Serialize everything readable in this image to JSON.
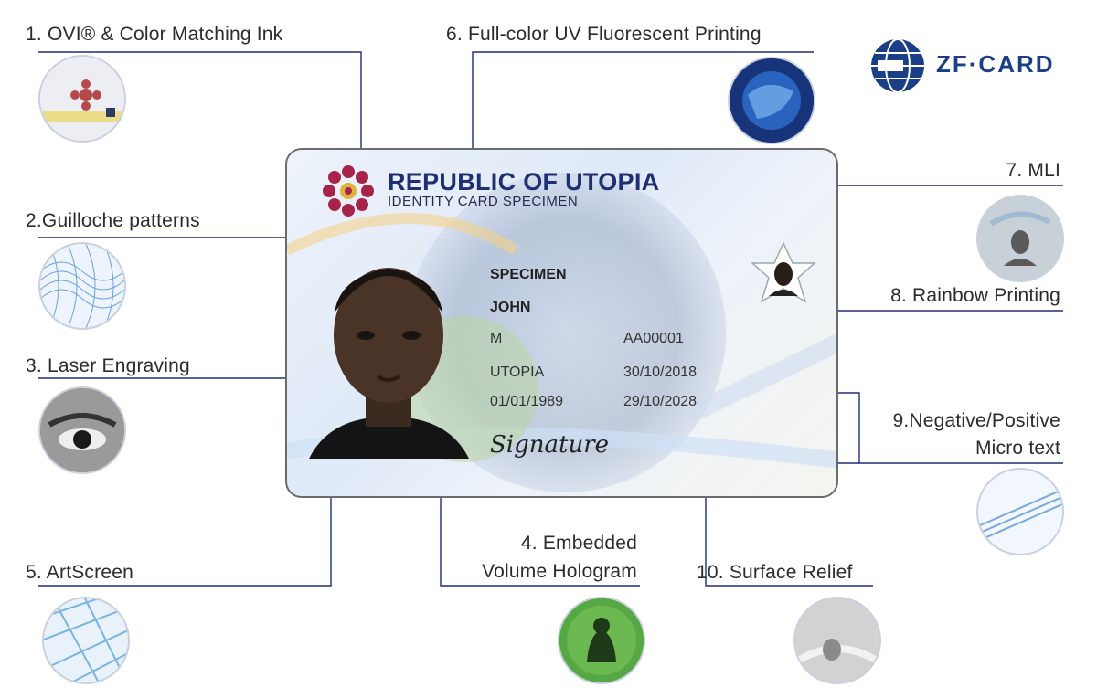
{
  "brand": {
    "name": "ZF·CARD",
    "color": "#1b3f86"
  },
  "card": {
    "title": "REPUBLIC OF UTOPIA",
    "subtitle": "IDENTITY CARD SPECIMEN",
    "surname": "SPECIMEN",
    "given_name": "JOHN",
    "sex": "M",
    "nationality": "UTOPIA",
    "birth_date": "01/01/1989",
    "card_number": "AA00001",
    "issue_date": "30/10/2018",
    "expiry_date": "29/10/2028",
    "signature": "Signature"
  },
  "features": [
    {
      "label": "1. OVI® & Color Matching Ink",
      "icon": "ovi-ink-icon"
    },
    {
      "label": "2.Guilloche patterns",
      "icon": "guilloche-icon"
    },
    {
      "label": "3. Laser Engraving",
      "icon": "laser-engraving-icon"
    },
    {
      "label": "4. Embedded",
      "label2": "Volume Hologram",
      "icon": "volume-hologram-icon"
    },
    {
      "label": "5. ArtScreen",
      "icon": "artscreen-icon"
    },
    {
      "label": "6. Full-color UV Fluorescent Printing",
      "icon": "uv-fluorescent-icon"
    },
    {
      "label": "7. MLI",
      "icon": "mli-icon"
    },
    {
      "label": "8. Rainbow Printing",
      "icon": "rainbow-printing-icon"
    },
    {
      "label": "9.Negative/Positive",
      "label2": "Micro text",
      "icon": "micro-text-icon"
    },
    {
      "label": "10. Surface Relief",
      "icon": "surface-relief-icon"
    }
  ],
  "colors": {
    "connector": "#1f2f73",
    "dot": "#1f2f73",
    "card_title": "#1f2f73"
  }
}
